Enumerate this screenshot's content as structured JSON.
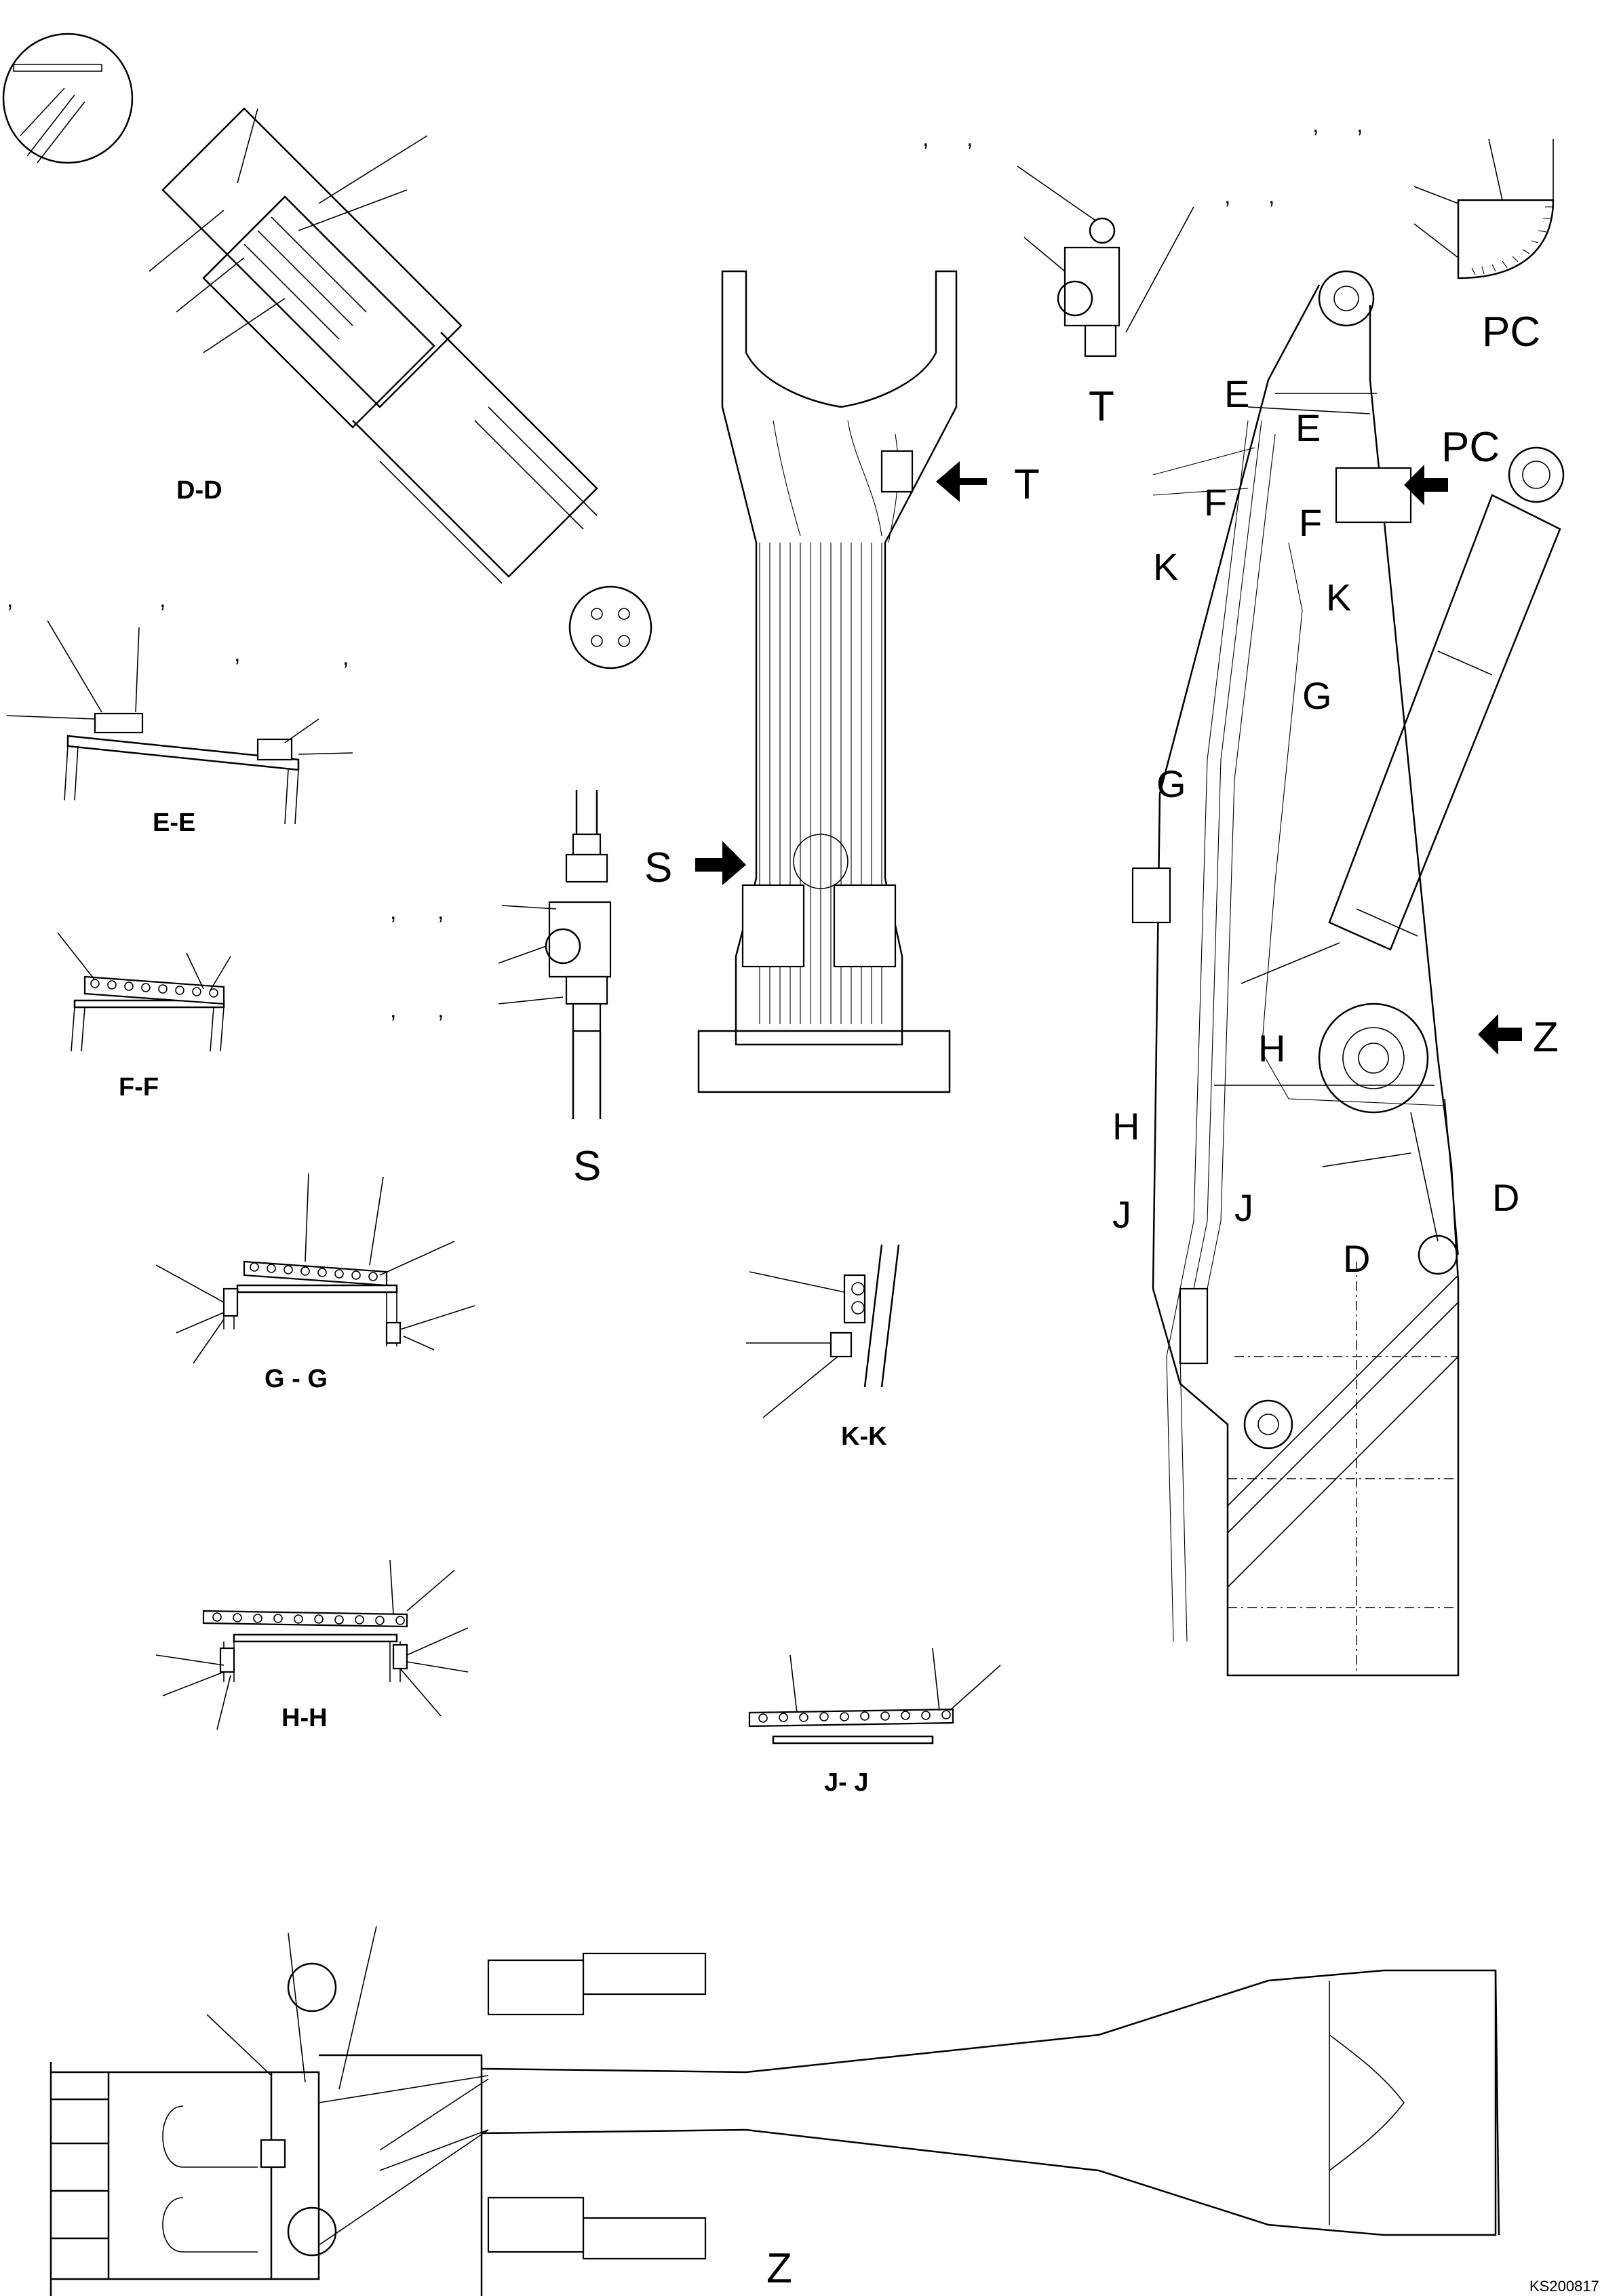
{
  "drawing": {
    "code": "KS200817",
    "views": {
      "dd": "D-D",
      "ee": "E-E",
      "ff": "F-F",
      "gg": "G - G",
      "hh": "H-H",
      "jj": "J- J",
      "kk": "K-K",
      "s": "S",
      "t": "T",
      "z": "Z",
      "pc": "PC"
    },
    "section_markers": {
      "e": "E",
      "f": "F",
      "k": "K",
      "g": "G",
      "h": "H",
      "j": "J",
      "d": "D"
    },
    "arrow_labels": {
      "t": "T",
      "s": "S",
      "pc": "PC",
      "z": "Z"
    },
    "separator": ","
  }
}
